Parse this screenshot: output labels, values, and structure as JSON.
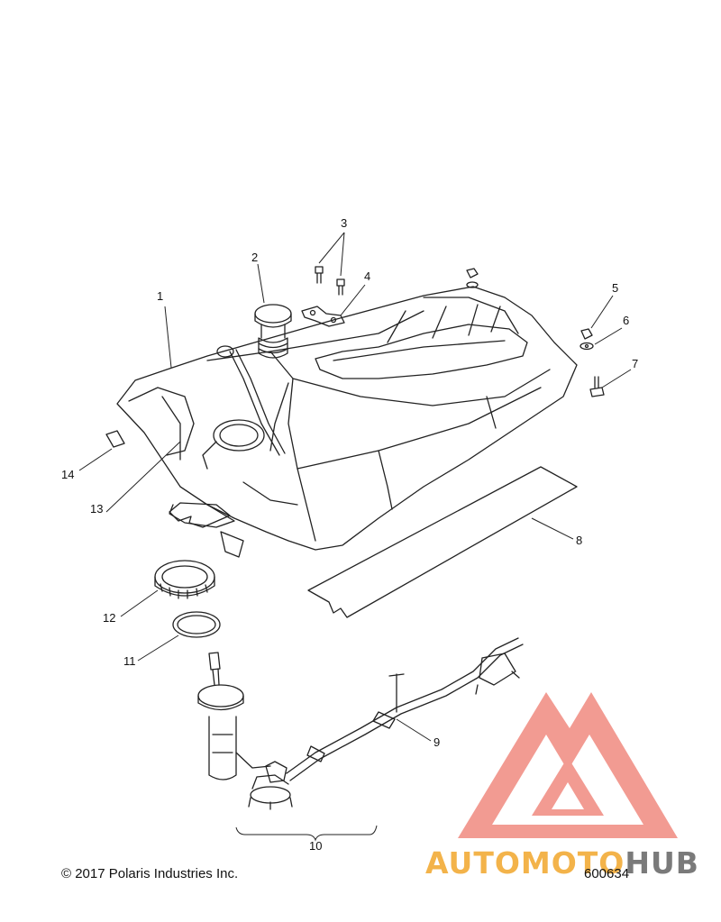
{
  "diagram": {
    "callouts": [
      {
        "id": "1",
        "label": "1"
      },
      {
        "id": "2",
        "label": "2"
      },
      {
        "id": "3",
        "label": "3"
      },
      {
        "id": "4",
        "label": "4"
      },
      {
        "id": "5",
        "label": "5"
      },
      {
        "id": "6",
        "label": "6"
      },
      {
        "id": "7",
        "label": "7"
      },
      {
        "id": "8",
        "label": "8"
      },
      {
        "id": "9",
        "label": "9"
      },
      {
        "id": "10",
        "label": "10"
      },
      {
        "id": "11",
        "label": "11"
      },
      {
        "id": "12",
        "label": "12"
      },
      {
        "id": "13",
        "label": "13"
      },
      {
        "id": "14",
        "label": "14"
      }
    ]
  },
  "footer": {
    "copyright": "© 2017 Polaris Industries Inc.",
    "part_number": "600634"
  },
  "watermark": {
    "text_primary": "AUTOMOTO",
    "text_secondary": "HUB",
    "color_primary": "#f3b34a",
    "color_logo": "#f08a80"
  }
}
